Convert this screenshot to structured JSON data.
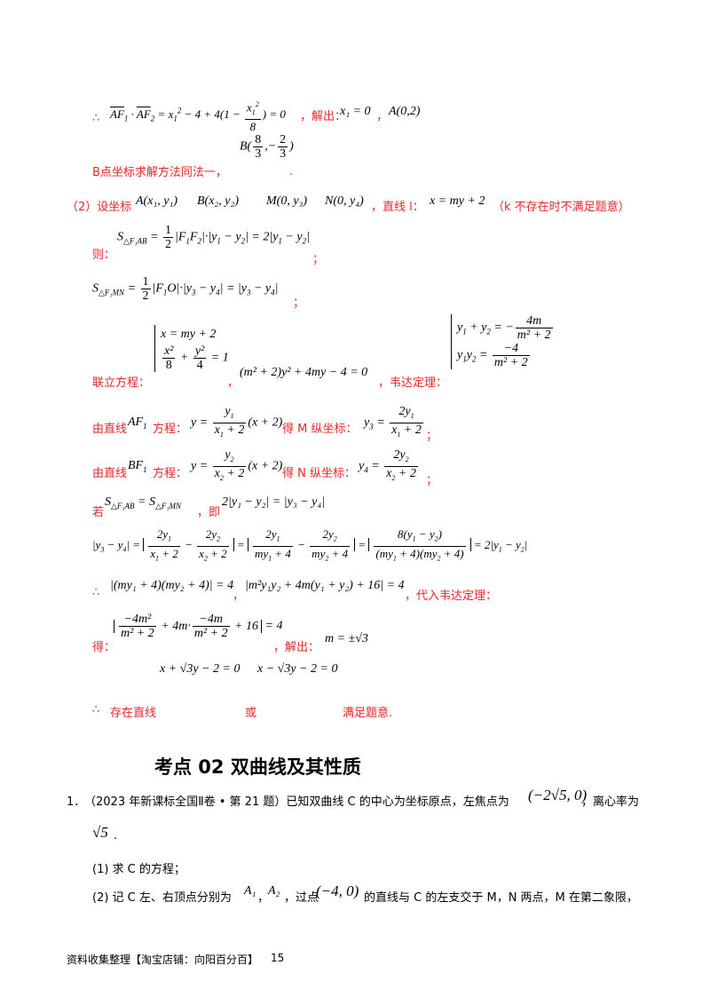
{
  "lines": {
    "l1_prefix": "∴",
    "l1_eq": "AF₁ · AF₂ = x₁² − 4 + 4(1 − x₁²/8) = 0",
    "l1_solve": "，解出：",
    "l1_x1": "x₁ = 0",
    "l1_comma": "，",
    "l1_A": "A(0,2)",
    "l2_B": "B(8/3, −2/3)",
    "l2_text": "B点坐标求解方法同法一，",
    "l2_dot": ".",
    "l3_text": "（2）设坐标",
    "l3_A": "A(x₁, y₁)",
    "l3_B": "B(x₂, y₂)",
    "l3_M": "M(0, y₃)",
    "l3_N": "N(0, y₄)",
    "l3_line": "，直线 l：",
    "l3_eq": "x = my + 2",
    "l3_note": "（k 不存在时不满足题意）",
    "l4_ze": "则：",
    "l4_eq": "S△F₁AB = ½|F₁F₂|·|y₁ − y₂| = 2|y₁ − y₂|",
    "l4_semi": "；",
    "l5_eq": "S△F₁MN = ½|F₁O|·|y₃ − y₄| = |y₃ − y₄|",
    "l5_semi": "；",
    "l6_lianli": "联立方程：",
    "l6_sys1": "x = my + 2",
    "l6_sys2": "x²/8 + y²/4 = 1",
    "l6_quad": "(m² + 2)y² + 4my − 4 = 0",
    "l6_weida": "，韦达定理：",
    "l6_v1": "y₁ + y₂ = −4m/(m² + 2)",
    "l6_v2": "y₁y₂ = −4/(m² + 2)",
    "l7_text": "由直线",
    "l7_AF": "AF₁",
    "l7_fc": "方程：",
    "l7_eq": "y = y₁/(x₁ + 2) (x + 2)",
    "l7_de": "得 M 纵坐标：",
    "l7_y3": "y₃ = 2y₁/(x₁ + 2)",
    "l7_semi": "；",
    "l8_text": "由直线",
    "l8_BF": "BF₁",
    "l8_fc": "方程：",
    "l8_eq": "y = y₂/(x₂ + 2) (x + 2)",
    "l8_de": "得 N 纵坐标：",
    "l8_y4": "y₄ = 2y₂/(x₂ + 2)",
    "l8_semi": "；",
    "l9_ruo": "若",
    "l9_eq": "S△F₁AB = S△F₁MN",
    "l9_ji": "，即",
    "l9_eq2": "2|y₁ − y₂| = |y₃ − y₄|",
    "l10_eq": "|y₃ − y₄| = |2y₁/(x₁+2) − 2y₂/(x₂+2)| = |2y₁/(my₁+4) − 2y₂/(my₂+4)| = |8(y₁ − y₂)/((my₁+4)(my₂+4))| = 2|y₁ − y₂|",
    "l11_prefix": "∴",
    "l11_eq1": "|(my₁ + 4)(my₂ + 4)| = 4",
    "l11_comma": "，",
    "l11_eq2": "|m²y₁y₂ + 4m(y₁ + y₂) + 16| = 4",
    "l11_sub": "，代入韦达定理：",
    "l12_de": "得：",
    "l12_eq": "|−4m²/(m² + 2) + 4m·(−4m)/(m² + 2) + 16| = 4",
    "l12_solve": "，解出：",
    "l12_m": "m = ±√3",
    "l13_eq1": "x + √3y − 2 = 0",
    "l13_eq2": "x − √3y − 2 = 0",
    "l14_prefix": "∴",
    "l14_t1": "存在直线",
    "l14_t2": "或",
    "l14_t3": "满足题意."
  },
  "section": {
    "title": "考点 02  双曲线及其性质"
  },
  "problem": {
    "num": "1．",
    "intro": "（2023 年新课标全国Ⅱ卷 • 第 21 题）已知双曲线 C 的中心为坐标原点，左焦点为",
    "focus": "(−2√5, 0)",
    "ecc": "，离心率为",
    "ecc_val": "√5",
    "ecc_end": ".",
    "q1": "(1) 求 C 的方程；",
    "q2a": "(2) 记 C  左、右顶点分别为",
    "q2_A1": "A₁",
    "q2_c": "，",
    "q2_A2": "A₂",
    "q2b": "，过点",
    "q2_pt": "(−4, 0)",
    "q2c": "的直线与 C 的左支交于 M，N 两点，M 在第二象限，"
  },
  "footer": {
    "text": "资料收集整理【淘宝店铺：向阳百分百】",
    "page": "15"
  }
}
